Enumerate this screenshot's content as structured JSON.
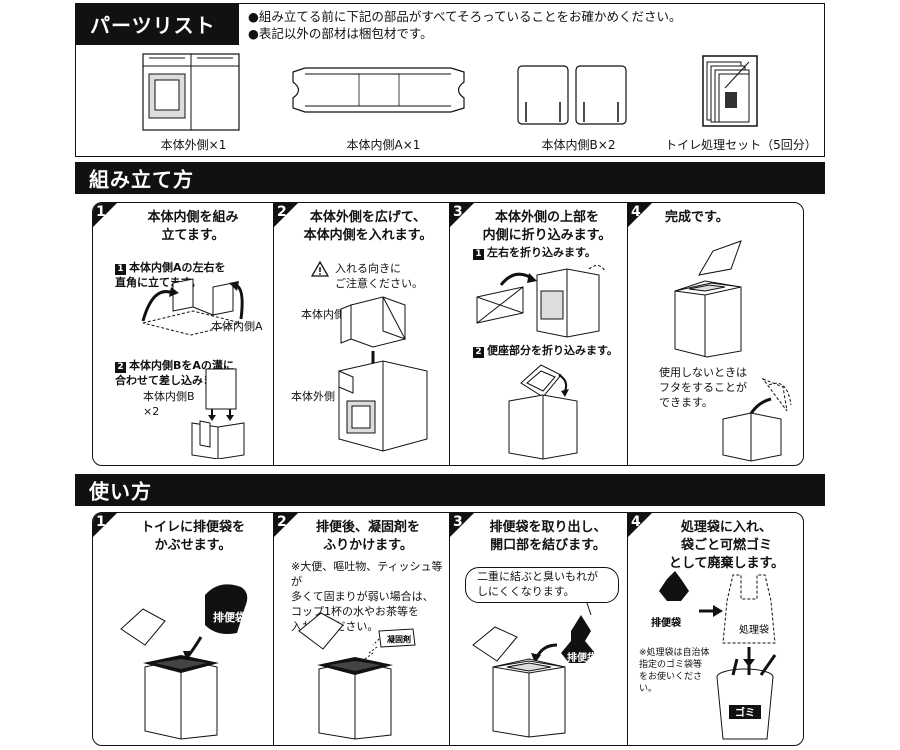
{
  "parts": {
    "title": "パーツリスト",
    "notes": [
      "●組み立てる前に下記の部品がすべてそろっていることをお確かめください。",
      "●表記以外の部材は梱包材です。"
    ],
    "items": [
      "本体外側×1",
      "本体内側A×1",
      "本体内側B×2",
      "トイレ処理セット（5回分）"
    ]
  },
  "assembly": {
    "title": "組み立て方",
    "steps": [
      {
        "num": "1",
        "title": "本体内側を組み\n立てます。",
        "sub1_num": "1",
        "sub1": "本体内側Aの左右を\n直角に立てます。",
        "label_a": "本体内側A",
        "sub2_num": "2",
        "sub2": "本体内側BをAの溝に\n合わせて差し込みます。",
        "label_b": "本体内側B\n×2"
      },
      {
        "num": "2",
        "title": "本体外側を広げて、\n本体内側を入れます。",
        "caution": "入れる向きに\nご注意ください。",
        "label_inner": "本体内側",
        "label_outer": "本体外側"
      },
      {
        "num": "3",
        "title": "本体外側の上部を\n内側に折り込みます。",
        "sub1_num": "1",
        "sub1": "左右を折り込みます。",
        "sub2_num": "2",
        "sub2": "便座部分を折り込みます。"
      },
      {
        "num": "4",
        "title": "完成です。",
        "note": "使用しないときは\nフタをすることが\nできます。"
      }
    ]
  },
  "usage": {
    "title": "使い方",
    "steps": [
      {
        "num": "1",
        "title": "トイレに排便袋を\nかぶせます。",
        "bag_label": "排便袋"
      },
      {
        "num": "2",
        "title": "排便後、凝固剤を\nふりかけます。",
        "note": "※大便、嘔吐物、ティッシュ等が\n多くて固まりが弱い場合は、\nコップ1杯の水やお茶等を\n入れてください。",
        "agent_label": "凝固剤"
      },
      {
        "num": "3",
        "title": "排便袋を取り出し、\n開口部を結びます。",
        "bubble": "二重に結ぶと臭いもれが\nしにくくなります。",
        "bag_label": "排便袋"
      },
      {
        "num": "4",
        "title": "処理袋に入れ、\n袋ごと可燃ゴミ\nとして廃棄します。",
        "bag_label": "排便袋",
        "proc_label": "処理袋",
        "note": "※処理袋は自治体\n指定のゴミ袋等\nをお使いください。",
        "bin_label": "ゴミ"
      }
    ]
  }
}
